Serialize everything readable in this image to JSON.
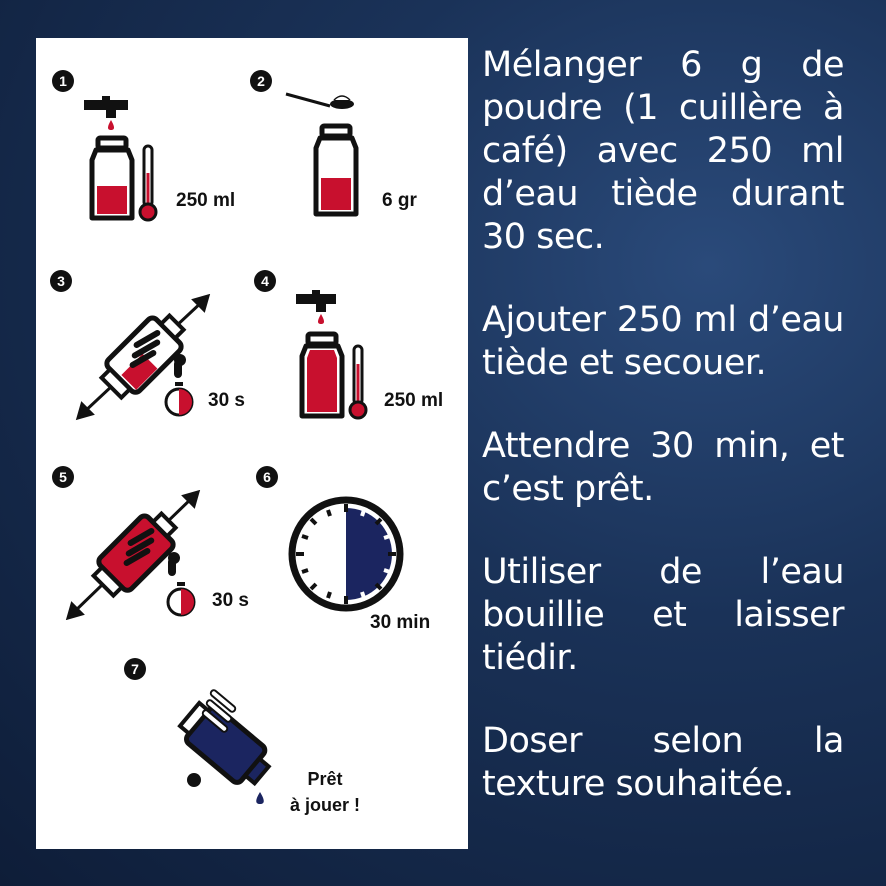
{
  "steps": [
    {
      "number": "1",
      "label": "250 ml"
    },
    {
      "number": "2",
      "label": "6 gr"
    },
    {
      "number": "3",
      "label": "30 s"
    },
    {
      "number": "4",
      "label": "250 ml"
    },
    {
      "number": "5",
      "label": "30 s"
    },
    {
      "number": "6",
      "label": "30 min"
    },
    {
      "number": "7",
      "label_line1": "Prêt",
      "label_line2": "à jouer !"
    }
  ],
  "instructions": [
    "Mélanger 6 g de poudre (1 cuillère à café) avec 250 ml d’eau tiède durant 30 sec.",
    "Ajouter 250 ml d’eau tiède et secouer.",
    "Attendre 30 min, et c’est prêt.",
    "Utiliser de l’eau bouillie et laisser tiédir.",
    "Doser selon la texture souhaitée."
  ],
  "colors": {
    "red": "#c8102e",
    "navy": "#1b2560",
    "ink": "#111111"
  },
  "icons": [
    "faucet-icon",
    "drop-icon",
    "bottle-icon",
    "thermometer-icon",
    "spoon-icon",
    "shaker-icon",
    "stopwatch-icon",
    "clock-icon",
    "arrow-icon"
  ]
}
